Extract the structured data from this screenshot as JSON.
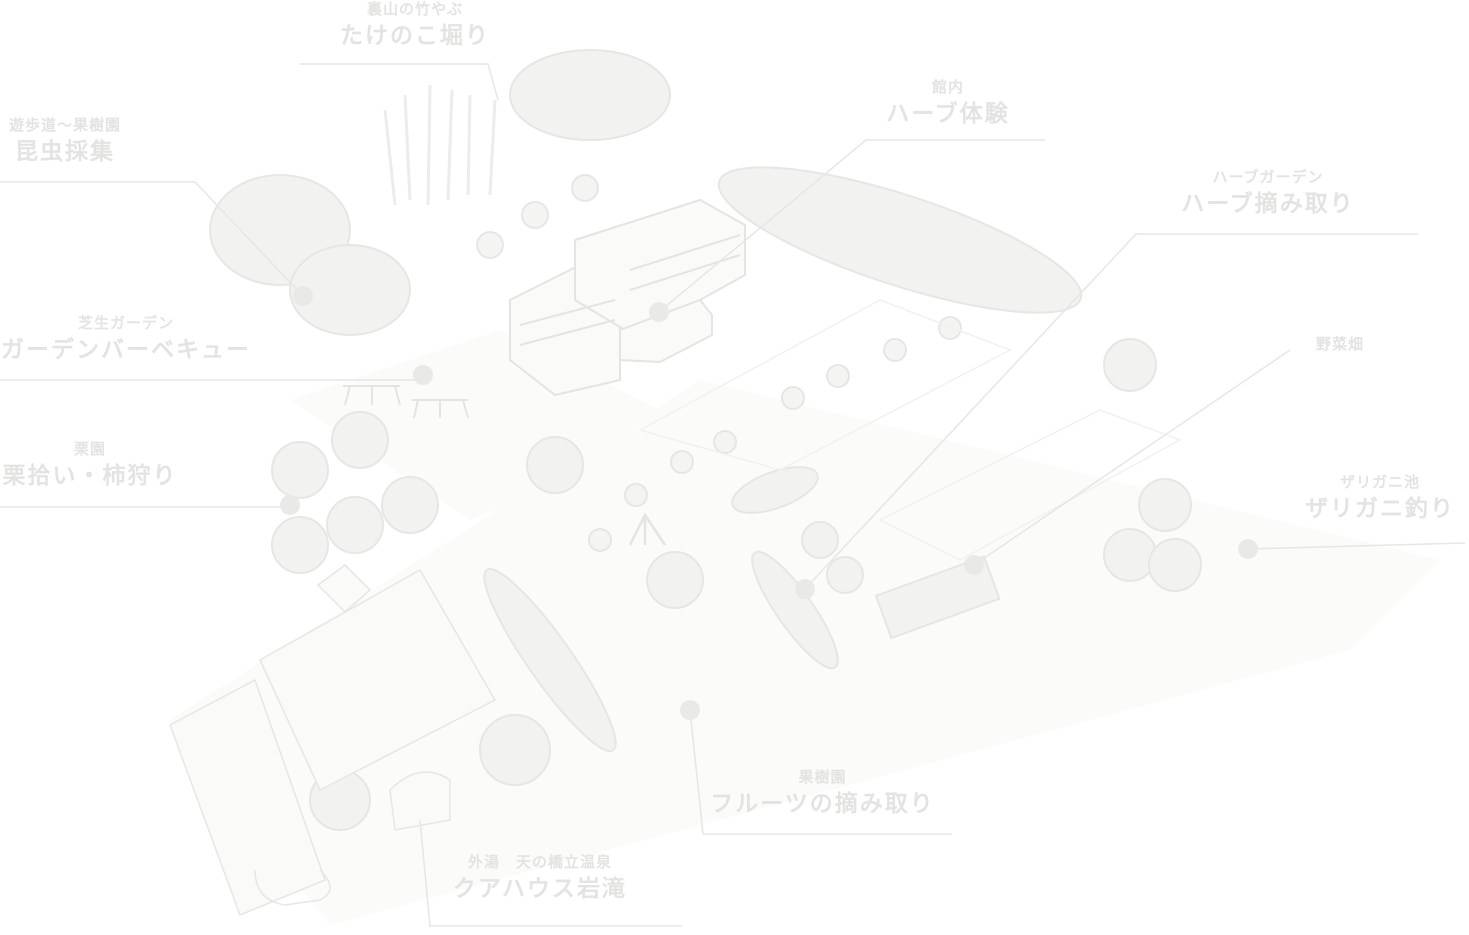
{
  "spots": [
    {
      "id": "takenoko",
      "area": "裏山の竹やぶ",
      "activity": "たけのこ堀り"
    },
    {
      "id": "konchu",
      "area": "遊歩道〜果樹園",
      "activity": "昆虫採集"
    },
    {
      "id": "bbq",
      "area": "芝生ガーデン",
      "activity": "ガーデンバーベキュー"
    },
    {
      "id": "kuri",
      "area": "栗園",
      "activity": "栗拾い・柿狩り"
    },
    {
      "id": "herb-taiken",
      "area": "館内",
      "activity": "ハーブ体験"
    },
    {
      "id": "herb-tsumitori",
      "area": "ハーブガーデン",
      "activity": "ハーブ摘み取り"
    },
    {
      "id": "yasai",
      "area": "野菜畑",
      "activity": ""
    },
    {
      "id": "zarigani",
      "area": "ザリガニ池",
      "activity": "ザリガニ釣り"
    },
    {
      "id": "fruits",
      "area": "果樹園",
      "activity": "フルーツの摘み取り"
    },
    {
      "id": "kurhaus",
      "area": "外湯　天の橋立温泉",
      "activity": "クアハウス岩滝"
    }
  ],
  "colors": {
    "line": "#e6e6e4",
    "marker": "#e9e9e7",
    "text": "#e3e3e1",
    "art": "#efefed"
  }
}
